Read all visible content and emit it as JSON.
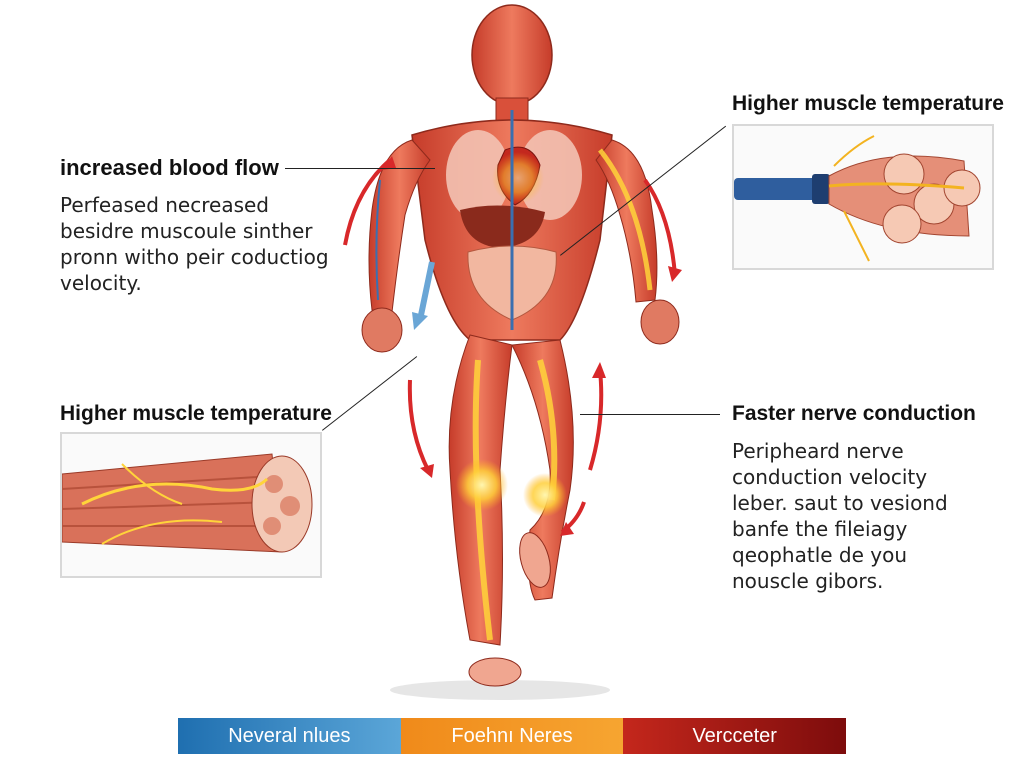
{
  "labels": {
    "blood_flow": "increased blood flow",
    "muscle_temp_right": "Higher muscle temperature",
    "muscle_temp_left": "Higher muscle temperature",
    "nerve_conduction": "Faster nerve conduction"
  },
  "paragraphs": {
    "blood_flow": [
      "Perfeased necreased",
      "besidre muscoule sinther",
      "pronn witho peir coductiog",
      "velocity."
    ],
    "nerve_conduction": [
      "Peripheard nerve",
      "conduction velocity",
      "leber. saut to vesiond",
      "banfe the fileiagy",
      "qeophatle de you",
      "nouscle gibors."
    ]
  },
  "legend": {
    "cool": "Neveral nlues",
    "warm": "Foehnı Neres",
    "hot": "Vercceter"
  },
  "colors": {
    "muscle": "#d9503a",
    "muscle_light": "#f08a6e",
    "nerve_glow": "#ffd43a",
    "artery_arrow": "#d8282a",
    "vein_arrow": "#6aa6d6",
    "legend_cool": "#1f6fb0",
    "legend_warm": "#f08a1a",
    "legend_hot": "#c4271c"
  }
}
